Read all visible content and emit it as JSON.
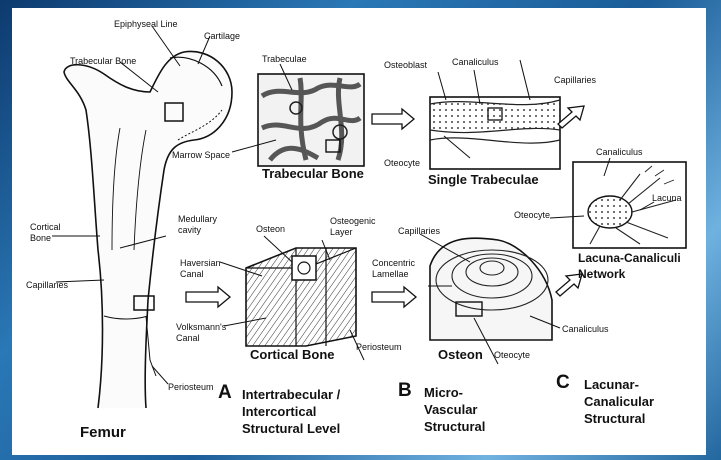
{
  "labels": {
    "epiphyseal_line": "Epiphyseal Line",
    "cartilage": "Cartilage",
    "trabecular_bone": "Trabecular Bone",
    "trabeculae": "Trabeculae",
    "marrow_space": "Marrow Space",
    "trabecular_bone_title": "Trabecular Bone",
    "osteoblast": "Osteoblast",
    "canaliculus_top": "Canaliculus",
    "capillaries_top": "Capillaries",
    "oteocyte_top": "Oteocyte",
    "single_trabeculae_title": "Single Trabeculae",
    "canaliculus_right": "Canaliculus",
    "lacuna": "Lacuna",
    "oteocyte_right": "Oteocyte",
    "lacuna_canaliculi_line1": "Lacuna-Canaliculi",
    "lacuna_canaliculi_line2": "Network",
    "cortical_line1": "Cortical",
    "cortical_line2": "Bone",
    "medullary_line1": "Medullary",
    "medullary_line2": "cavity",
    "capillaries_left": "Capillaries",
    "periosteum_left": "Periosteum",
    "femur": "Femur",
    "osteon_label": "Osteon",
    "osteogenic_line1": "Osteogenic",
    "osteogenic_line2": "Layer",
    "haversian_line1": "Haversian",
    "haversian_line2": "Canal",
    "volkmann_line1": "Volksmann's",
    "volkmann_line2": "Canal",
    "cortical_bone_title": "Cortical Bone",
    "periosteum_mid": "Periosteum",
    "capillaries_mid": "Capillaries",
    "concentric_line1": "Concentric",
    "concentric_line2": "Lamellae",
    "osteon_title": "Osteon",
    "oteocyte_mid": "Oteocyte",
    "canaliculus_mid": "Canaliculus"
  },
  "levels": {
    "a_letter": "A",
    "a_line1": "Intertrabecular /",
    "a_line2": "Intercortical",
    "a_line3": "Structural Level",
    "b_letter": "B",
    "b_line1": "Micro-",
    "b_line2": "Vascular",
    "b_line3": "Structural",
    "c_letter": "C",
    "c_line1": "Lacunar-",
    "c_line2": "Canalicular",
    "c_line3": "Structural"
  },
  "colors": {
    "frame": "#1a4f86",
    "sheet": "#ffffff",
    "ink": "#111111"
  }
}
